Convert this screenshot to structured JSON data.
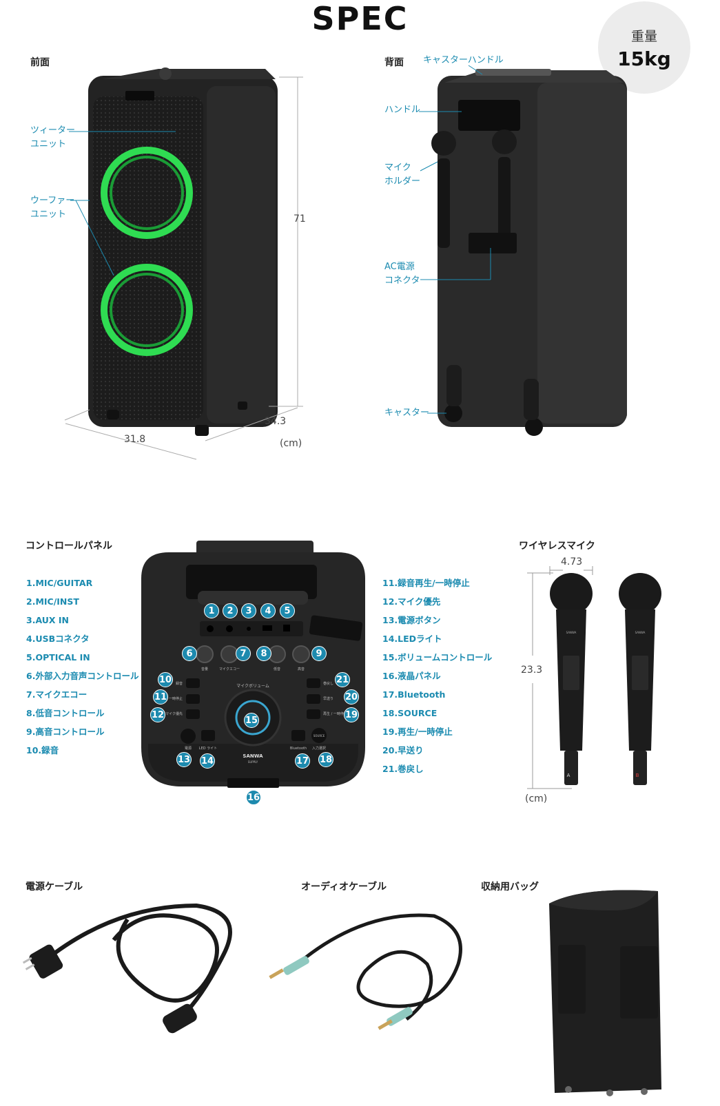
{
  "header": {
    "title": "SPEC"
  },
  "weight": {
    "label": "重量",
    "value": "15kg"
  },
  "front": {
    "label": "前面",
    "callouts": {
      "tweeter": "ツィーター\nユニット",
      "woofer": "ウーファー\nユニット"
    },
    "dims": {
      "height": "71",
      "depth": "34.3",
      "width": "31.8",
      "unit": "(cm)"
    }
  },
  "back": {
    "label": "背面",
    "callouts": {
      "caster_handle": "キャスターハンドル",
      "handle": "ハンドル",
      "mic_holder": "マイク\nホルダー",
      "ac_connector": "AC電源\nコネクタ",
      "caster": "キャスター"
    }
  },
  "control_panel": {
    "label": "コントロールパネル",
    "items_left": [
      "1.MIC/GUITAR",
      "2.MIC/INST",
      "3.AUX IN",
      "4.USBコネクタ",
      "5.OPTICAL IN",
      "6.外部入力音声コントロール",
      "7.マイクエコー",
      "8.低音コントロール",
      "9.高音コントロール",
      "10.録音"
    ],
    "items_right": [
      "11.録音再生/一時停止",
      "12.マイク優先",
      "13.電源ボタン",
      "14.LEDライト",
      "15.ボリュームコントロール",
      "16.液晶パネル",
      "17.Bluetooth",
      "18.SOURCE",
      "19.再生/一時停止",
      "20.早送り",
      "21.巻戻し"
    ],
    "panel_text": {
      "mic_volume": "マイクボリューム",
      "power": "電源",
      "led": "LED ライト",
      "bluetooth": "Bluetooth",
      "source": "入力選択",
      "source_btn": "SOURCE",
      "brand": "SANWA",
      "brand_sub": "SUPPLY",
      "rec": "録音",
      "rec_play": "録音再生\n一時停止",
      "mic_priority": "マイク優先",
      "rewind": "巻戻し",
      "ffwd": "早送り",
      "play": "再生 /\n一時停止",
      "knob6": "音量",
      "knob7": "マイクエコー",
      "knob8": "低音",
      "knob9": "高音"
    },
    "badges": [
      "1",
      "2",
      "3",
      "4",
      "5",
      "6",
      "7",
      "8",
      "9",
      "10",
      "11",
      "12",
      "13",
      "14",
      "15",
      "16",
      "17",
      "18",
      "19",
      "20",
      "21"
    ]
  },
  "wireless_mic": {
    "label": "ワイヤレスマイク",
    "dims": {
      "diameter": "4.73",
      "length": "23.3",
      "unit": "(cm)"
    },
    "mic_labels": [
      "A",
      "B"
    ],
    "mic_brand": "SANWA"
  },
  "accessories": {
    "power_cable": "電源ケーブル",
    "audio_cable": "オーディオケーブル",
    "bag": "収納用バッグ"
  }
}
